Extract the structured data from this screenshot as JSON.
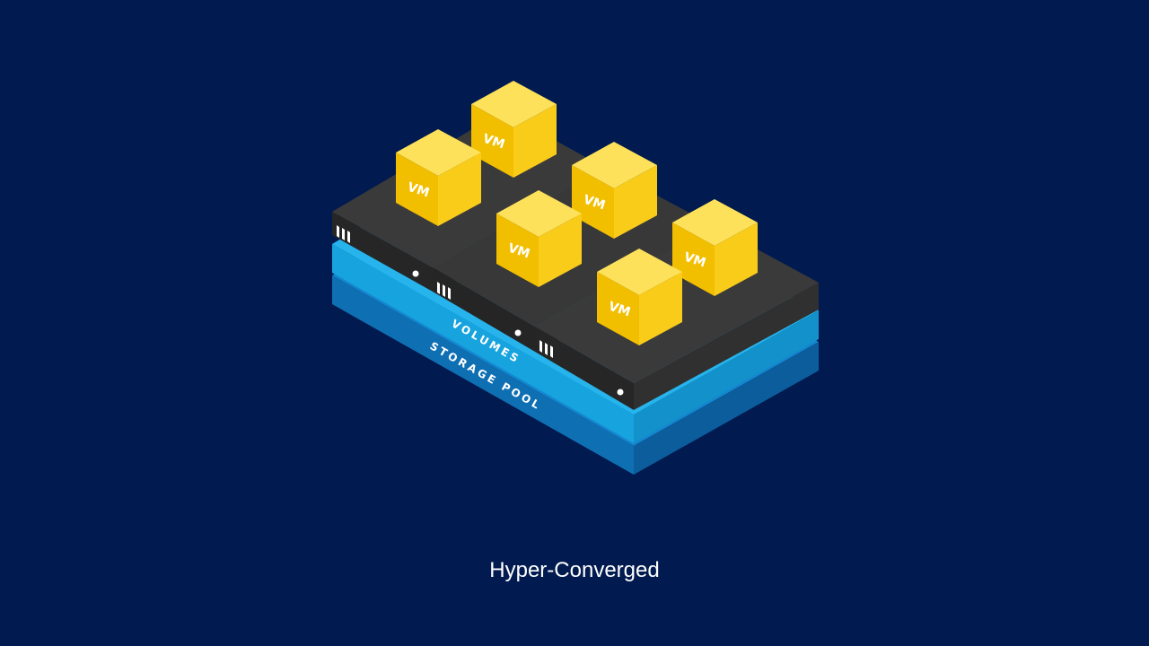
{
  "caption": "Hyper-Converged",
  "layers": {
    "volumes_label": "VOLUMES",
    "storage_pool_label": "STORAGE POOL"
  },
  "vm_label": "VM",
  "server_count": 3,
  "vm_count": 6,
  "colors": {
    "background": "#011a4f",
    "storage_pool_top": "#1486cf",
    "storage_pool_front": "#0f6fb3",
    "volumes_top": "#27b4ec",
    "volumes_front": "#17a3de",
    "server_top": "#3a3a3a",
    "server_front": "#262626",
    "vm_top": "#fde15a",
    "vm_left": "#f2be00",
    "vm_right": "#f9cc1a"
  }
}
